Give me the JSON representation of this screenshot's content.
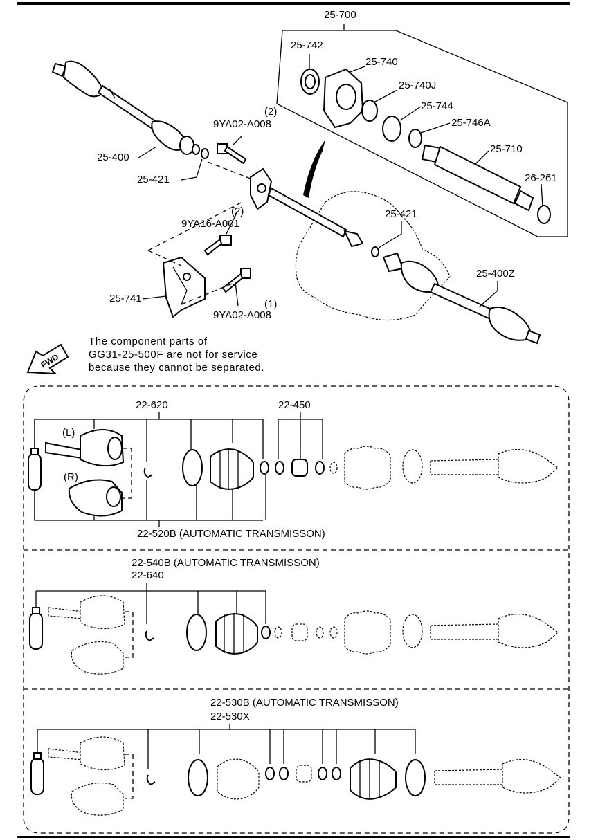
{
  "main_diagram": {
    "callouts": {
      "assembly_box": "25-700",
      "oil_seal": "25-742",
      "bearing_support": "25-740",
      "bearing": "25-740J",
      "bearing_seal": "25-744",
      "snap_ring_outer": "25-746A",
      "joint_shaft": "25-710",
      "shaft_seal": "26-261",
      "left_driveshaft": "25-400",
      "clip_left": "25-421",
      "bolt_top_qty": "(2)",
      "bolt_top": "9YA02-A008",
      "clip_right": "25-421",
      "bolt_mid_qty": "(2)",
      "bolt_mid": "9YA16-A001",
      "bracket": "25-741",
      "bolt_low_qty": "(1)",
      "bolt_low": "9YA02-A008",
      "right_driveshaft": "25-400Z"
    },
    "fwd_label": "FWD",
    "note_lines": [
      "The component parts of",
      "GG31-25-500F are not for service",
      "because they cannot be separated."
    ]
  },
  "kits": [
    {
      "labels": [
        "22-620",
        "22-450"
      ],
      "sub_labels": [
        "(L)",
        "(R)"
      ],
      "footer": "22-520B (AUTOMATIC TRANSMISSON)"
    },
    {
      "header_lines": [
        "22-540B  (AUTOMATIC TRANSMISSON)",
        "22-640"
      ]
    },
    {
      "header_lines": [
        "22-530B  (AUTOMATIC TRANSMISSON)",
        "22-530X"
      ]
    }
  ]
}
